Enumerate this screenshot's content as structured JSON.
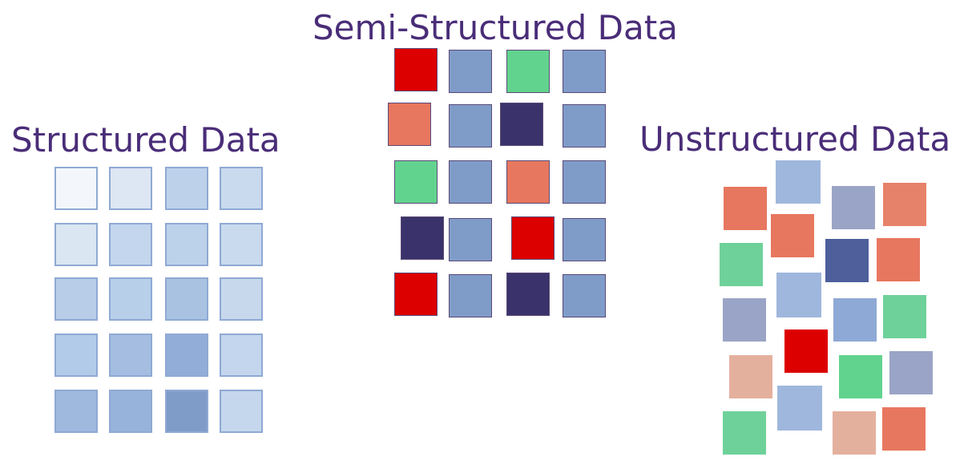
{
  "headings": {
    "structured": "Structured Data",
    "semi_structured": "Semi-Structured Data",
    "unstructured": "Unstructured Data"
  },
  "colors": {
    "heading_text": "#4a2d78",
    "pale_blue": "#d9e4f2",
    "light_blue": "#bcd0ea",
    "mid_blue": "#9fb7dc",
    "steel_blue": "#7f9cc8",
    "navy": "#3a336b",
    "red": "#dd0000",
    "salmon": "#e7775f",
    "light_salmon": "#e4b09e",
    "green": "#62d38e",
    "mint": "#6fd19a",
    "grey_blue": "#9aa4c6"
  },
  "groups": {
    "structured": {
      "rows": 5,
      "columns": 4,
      "tiles": [
        "#f3f7fb",
        "#dde7f3",
        "#bdd2ea",
        "#c9daee",
        "#dae6f2",
        "#c3d6ed",
        "#bcd2ea",
        "#c9daee",
        "#b7cde8",
        "#b8cfea",
        "#a9c2e2",
        "#c7d8ed",
        "#b2cbe8",
        "#a4bde0",
        "#92add8",
        "#c3d6ed",
        "#9eb8de",
        "#98b3db",
        "#7f9cc8",
        "#c5d7ed"
      ]
    },
    "semi_structured": {
      "rows": 5,
      "columns": 4,
      "tiles": [
        "#dd0000",
        "#7f9cc8",
        "#62d38e",
        "#7f9cc8",
        "#e7775f",
        "#7f9cc8",
        "#3a336b",
        "#7f9cc8",
        "#62d38e",
        "#7f9cc8",
        "#e7775f",
        "#7f9cc8",
        "#3a336b",
        "#7f9cc8",
        "#dd0000",
        "#7f9cc8",
        "#dd0000",
        "#7f9cc8",
        "#3a336b",
        "#7f9cc8"
      ]
    },
    "unstructured": {
      "tiles": [
        "#e7775f",
        "#9fb7dc",
        "#9aa4c6",
        "#e7826a",
        "#6fd19a",
        "#e7775f",
        "#4e5f9c",
        "#e7775f",
        "#9fb7dc",
        "#9aa4c6",
        "#8fa9d6",
        "#6fd19a",
        "#dd0000",
        "#e4b09e",
        "#62d38e",
        "#9aa4c6",
        "#9fb7dc",
        "#6fd19a",
        "#e4b09e",
        "#e7775f"
      ]
    }
  }
}
